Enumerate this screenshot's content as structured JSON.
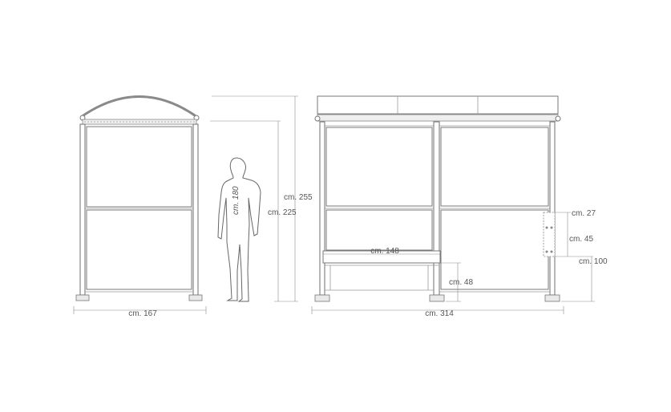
{
  "dimensions": {
    "width_side": "cm. 167",
    "person_height": "cm. 180",
    "height_total": "cm. 255",
    "height_inner": "cm. 225",
    "width_front": "cm. 314",
    "bench_width": "cm. 148",
    "bench_height": "cm. 48",
    "bin_top": "cm. 27",
    "bin_height": "cm. 45",
    "bin_from_ground": "cm. 100"
  }
}
